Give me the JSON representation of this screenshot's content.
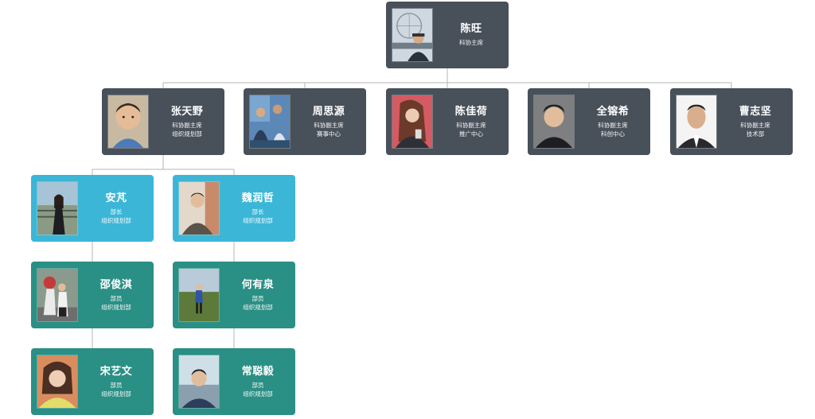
{
  "colors": {
    "leader_card": "#48505a",
    "head_card": "#3cb6d6",
    "member_card": "#2a8f84",
    "connector": "#b5b5b5"
  },
  "people": {
    "chenwang": {
      "name": "陈旺",
      "line1": "科协主席",
      "line2": "",
      "photo": "portrait-photo-ferris-wheel"
    },
    "zhangtianye": {
      "name": "张天野",
      "line1": "科协副主席",
      "line2": "组织规划部",
      "photo": "portrait-photo-child"
    },
    "zhousiyuan": {
      "name": "周思源",
      "line1": "科协副主席",
      "line2": "赛事中心",
      "photo": "portrait-photo-group"
    },
    "chenjiahe": {
      "name": "陈佳荷",
      "line1": "科协副主席",
      "line2": "推广中心",
      "photo": "portrait-photo-phone"
    },
    "quanrongxi": {
      "name": "全镕希",
      "line1": "科协副主席",
      "line2": "科创中心",
      "photo": "portrait-photo-selfie"
    },
    "caozhijian": {
      "name": "曹志坚",
      "line1": "科协副主席",
      "line2": "技术部",
      "photo": "portrait-photo-id"
    },
    "anqi": {
      "name": "安芃",
      "line1": "部长",
      "line2": "组织规划部",
      "photo": "portrait-photo-outdoor"
    },
    "weirunzhe": {
      "name": "魏润哲",
      "line1": "部长",
      "line2": "组织规划部",
      "photo": "portrait-photo-indoor"
    },
    "shaojunqi": {
      "name": "邵俊淇",
      "line1": "部员",
      "line2": "组织规划部",
      "photo": "portrait-photo-mascot"
    },
    "heyouquan": {
      "name": "何有泉",
      "line1": "部员",
      "line2": "组织规划部",
      "photo": "portrait-photo-field"
    },
    "songyiwen": {
      "name": "宋艺文",
      "line1": "部员",
      "line2": "组织规划部",
      "photo": "portrait-photo-girl"
    },
    "changcongyi": {
      "name": "常聪毅",
      "line1": "部员",
      "line2": "组织规划部",
      "photo": "portrait-photo-sky"
    }
  }
}
